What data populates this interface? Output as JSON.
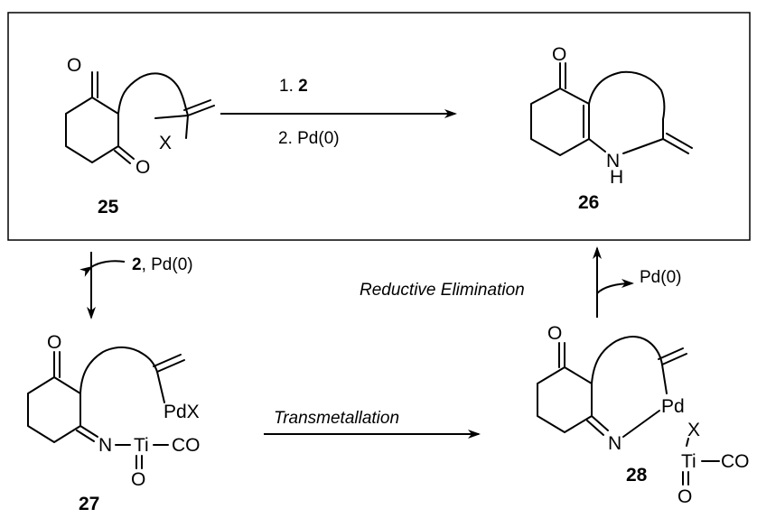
{
  "compounds": {
    "c25": "25",
    "c26": "26",
    "c27": "27",
    "c28": "28"
  },
  "atoms": {
    "o": "O",
    "x": "X",
    "n": "N",
    "h": "H",
    "ti": "Ti",
    "co": "CO",
    "pdx": "PdX",
    "pd": "Pd"
  },
  "main_reaction": {
    "step1_prefix": "1. ",
    "step1_reagent": "2",
    "step2": "2. Pd(0)"
  },
  "step_a": {
    "reagent": "2",
    "rest": ", Pd(0)"
  },
  "step_b": {
    "label": "Transmetallation"
  },
  "step_c": {
    "label": "Reductive Elimination",
    "product": "Pd(0)"
  }
}
